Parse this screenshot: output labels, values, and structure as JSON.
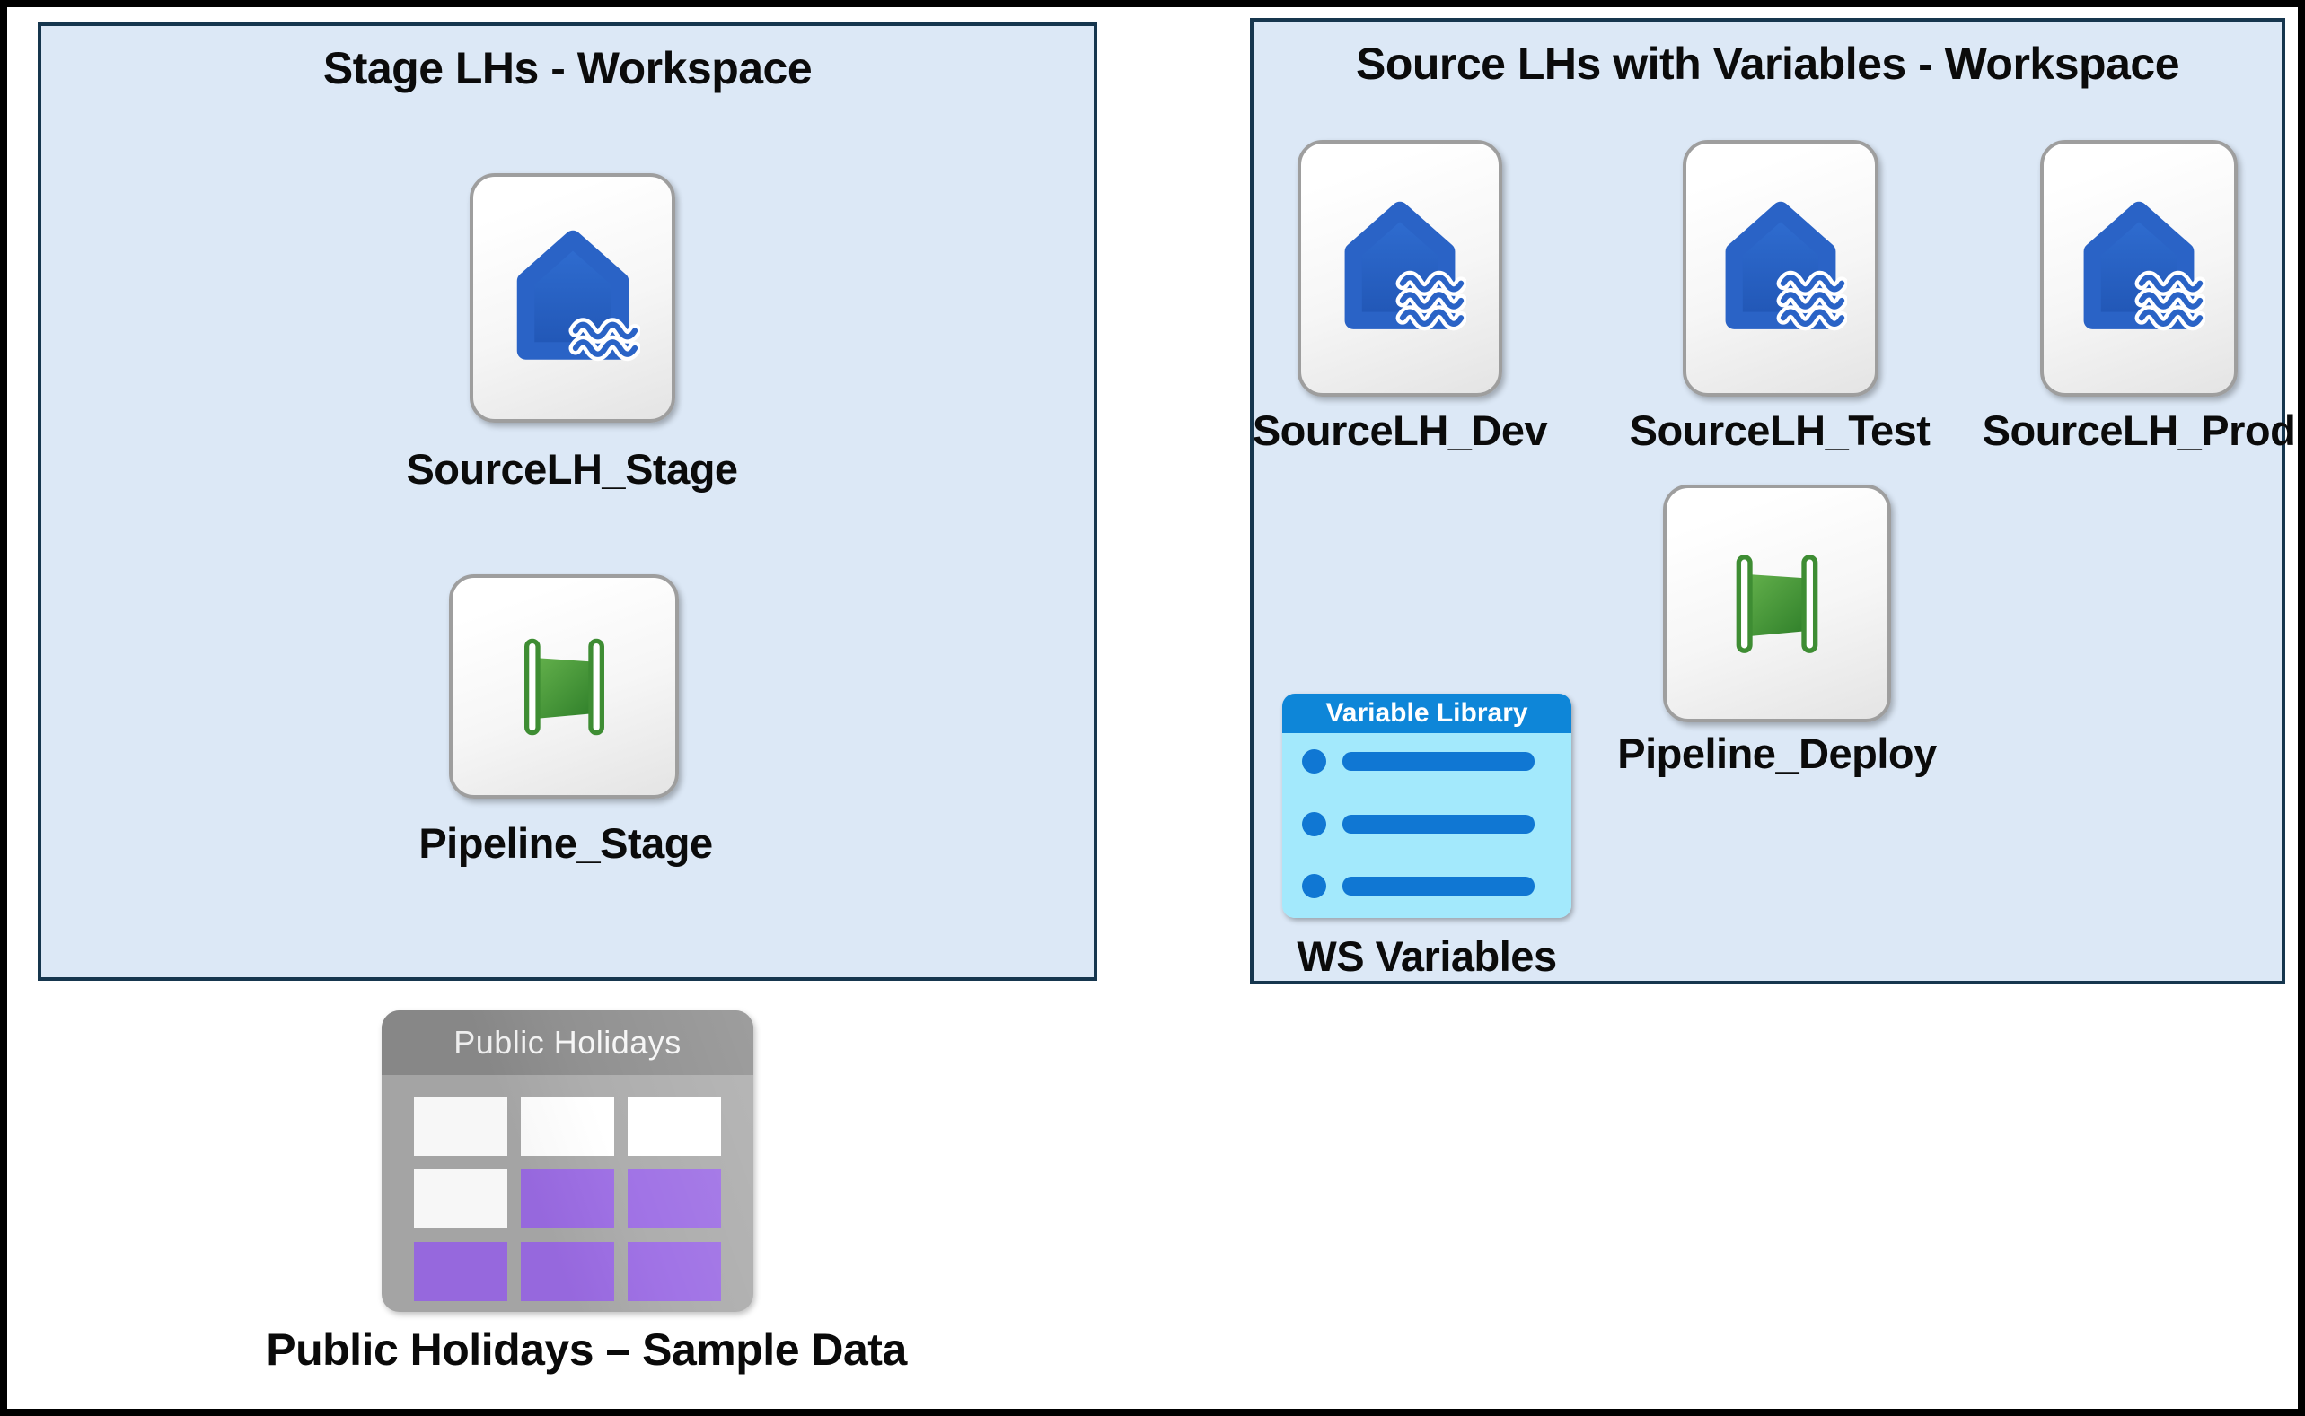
{
  "diagram": {
    "workspaces": [
      {
        "title": "Stage LHs - Workspace",
        "items": [
          {
            "icon": "lakehouse-icon",
            "label": "SourceLH_Stage"
          },
          {
            "icon": "pipeline-icon",
            "label": "Pipeline_Stage"
          }
        ]
      },
      {
        "title": "Source LHs with Variables - Workspace",
        "items": [
          {
            "icon": "lakehouse-icon",
            "label": "SourceLH_Dev"
          },
          {
            "icon": "lakehouse-icon",
            "label": "SourceLH_Test"
          },
          {
            "icon": "lakehouse-icon",
            "label": "SourceLH_Prod"
          },
          {
            "icon": "pipeline-icon",
            "label": "Pipeline_Deploy"
          },
          {
            "icon": "variable-library-icon",
            "header": "Variable Library",
            "label": "WS Variables"
          }
        ]
      }
    ],
    "sample_table": {
      "icon": "table-icon",
      "header": "Public Holidays",
      "caption": "Public Holidays – Sample Data",
      "cells": [
        "white",
        "white",
        "white",
        "white",
        "purple",
        "purple",
        "purple",
        "purple",
        "purple"
      ]
    },
    "colors": {
      "workspace_fill": "#dce8f6",
      "workspace_border": "#16364e",
      "lakehouse_blue": "#2a63c6",
      "pipeline_green": "#3e8d33",
      "variable_library_header_blue": "#0e86d8",
      "variable_library_body_cyan": "#a3e9fc",
      "variable_library_bar_blue": "#1077d3",
      "table_header_gray": "#8b8b8b",
      "table_body_gray": "#a9a9a9",
      "table_purple": "#9b6be4",
      "outer_frame": "#000000"
    }
  }
}
